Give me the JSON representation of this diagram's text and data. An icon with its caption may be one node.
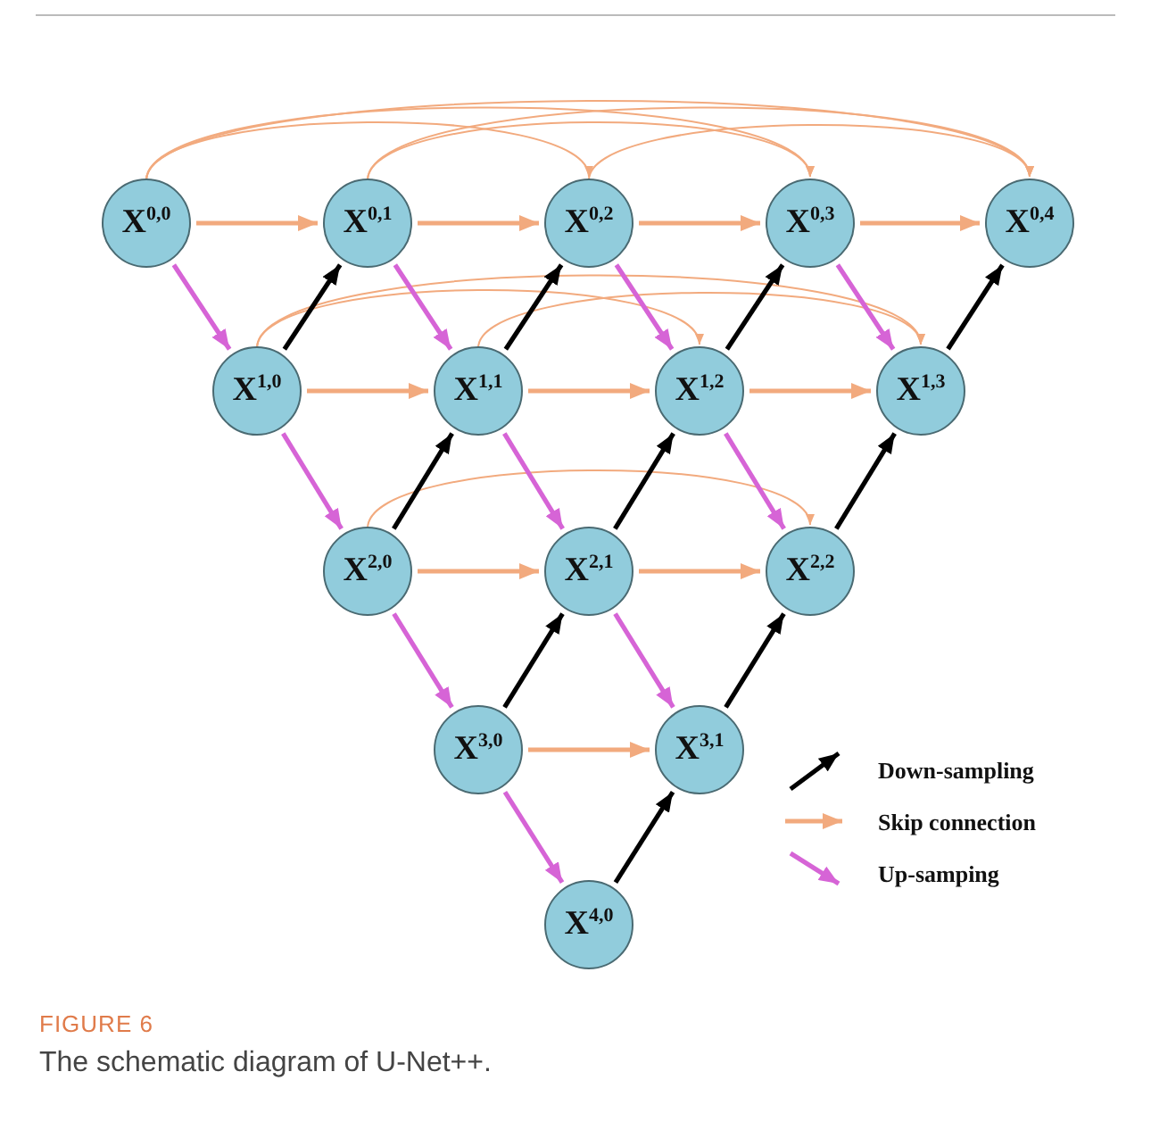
{
  "diagram": {
    "caption": "The schematic diagram of U-Net++.",
    "nodes": [
      {
        "text": [
          "X$^{0,0}$"
        ]
      },
      {
        "text": [
          "X$^{0,1}$"
        ]
      },
      {
        "text": [
          "X$^{0,2}$"
        ]
      },
      {
        "text": [
          "X$^{0,3}$"
        ]
      },
      {
        "text": [
          "X$^{0,4}$"
        ]
      },
      {
        "text": [
          "X$^{1,0}$"
        ]
      },
      {
        "text": [
          "X$^{1,1}$"
        ]
      },
      {
        "text": [
          "X$^{1,2}$"
        ]
      },
      {
        "text": [
          "X$^{1,3}$"
        ]
      },
      {
        "text": [
          "X$^{2,0}$"
        ]
      },
      {
        "text": [
          "X$^{2,1}$"
        ]
      },
      {
        "text": [
          "X$^{2,2}$"
        ]
      },
      {
        "text": [
          "X$^{3,0}$"
        ]
      },
      {
        "text": [
          "X$^{3,1}$"
        ]
      },
      {
        "text": [
          "X$^{4,0}$"
        ]
      }
    ],
    "edges": [
      {
        "from": 0,
        "to": 1,
        "arrow": "to"
      },
      {
        "from": 1,
        "to": 2,
        "arrow": "to"
      },
      {
        "from": 2,
        "to": 3,
        "arrow": "to"
      },
      {
        "from": 3,
        "to": 4,
        "arrow": "to"
      },
      {
        "from": 5,
        "to": 6,
        "arrow": "to"
      },
      {
        "from": 6,
        "to": 7,
        "arrow": "to"
      },
      {
        "from": 7,
        "to": 8,
        "arrow": "to"
      },
      {
        "from": 9,
        "to": 10,
        "arrow": "to"
      },
      {
        "from": 10,
        "to": 11,
        "arrow": "to"
      },
      {
        "from": 12,
        "to": 13,
        "arrow": "to"
      },
      {
        "from": 0,
        "to": 2,
        "arrow": "to"
      },
      {
        "from": 0,
        "to": 3,
        "arrow": "to"
      },
      {
        "from": 0,
        "to": 4,
        "arrow": "to"
      },
      {
        "from": 1,
        "to": 3,
        "arrow": "to"
      },
      {
        "from": 1,
        "to": 4,
        "arrow": "to"
      },
      {
        "from": 2,
        "to": 4,
        "arrow": "to"
      },
      {
        "from": 5,
        "to": 7,
        "arrow": "to"
      },
      {
        "from": 5,
        "to": 8,
        "arrow": "to"
      },
      {
        "from": 6,
        "to": 8,
        "arrow": "to"
      },
      {
        "from": 9,
        "to": 11,
        "arrow": "to"
      },
      {
        "from": 5,
        "to": 1,
        "arrow": "to",
        "color": "#000000"
      },
      {
        "from": 6,
        "to": 2,
        "arrow": "to",
        "color": "#000000"
      },
      {
        "from": 7,
        "to": 3,
        "arrow": "to",
        "color": "#000000"
      },
      {
        "from": 8,
        "to": 4,
        "arrow": "to",
        "color": "#000000"
      },
      {
        "from": 9,
        "to": 6,
        "arrow": "to",
        "color": "#000000"
      },
      {
        "from": 10,
        "to": 7,
        "arrow": "to",
        "color": "#000000"
      },
      {
        "from": 11,
        "to": 8,
        "arrow": "to",
        "color": "#000000"
      },
      {
        "from": 12,
        "to": 10,
        "arrow": "to",
        "color": "#000000"
      },
      {
        "from": 13,
        "to": 11,
        "arrow": "to",
        "color": "#000000"
      },
      {
        "from": 14,
        "to": 13,
        "arrow": "to",
        "color": "#000000"
      },
      {
        "from": 0,
        "to": 5,
        "arrow": "to",
        "color": "#d664d6"
      },
      {
        "from": 1,
        "to": 6,
        "arrow": "to",
        "color": "#d664d6"
      },
      {
        "from": 2,
        "to": 7,
        "arrow": "to",
        "color": "#d664d6"
      },
      {
        "from": 3,
        "to": 8,
        "arrow": "to",
        "color": "#d664d6"
      },
      {
        "from": 5,
        "to": 9,
        "arrow": "to",
        "color": "#d664d6"
      },
      {
        "from": 6,
        "to": 10,
        "arrow": "to",
        "color": "#d664d6"
      },
      {
        "from": 7,
        "to": 11,
        "arrow": "to",
        "color": "#d664d6"
      },
      {
        "from": 9,
        "to": 12,
        "arrow": "to",
        "color": "#d664d6"
      },
      {
        "from": 10,
        "to": 13,
        "arrow": "to",
        "color": "#d664d6"
      },
      {
        "from": 12,
        "to": 14,
        "arrow": "to",
        "color": "#d664d6"
      }
    ],
    "labels": [
      "FIGURE 6"
    ],
    "legend": [
      {
        "text": "Down-sampling"
      },
      {
        "text": "Skip connection"
      },
      {
        "text": "Up-samping"
      }
    ]
  }
}
